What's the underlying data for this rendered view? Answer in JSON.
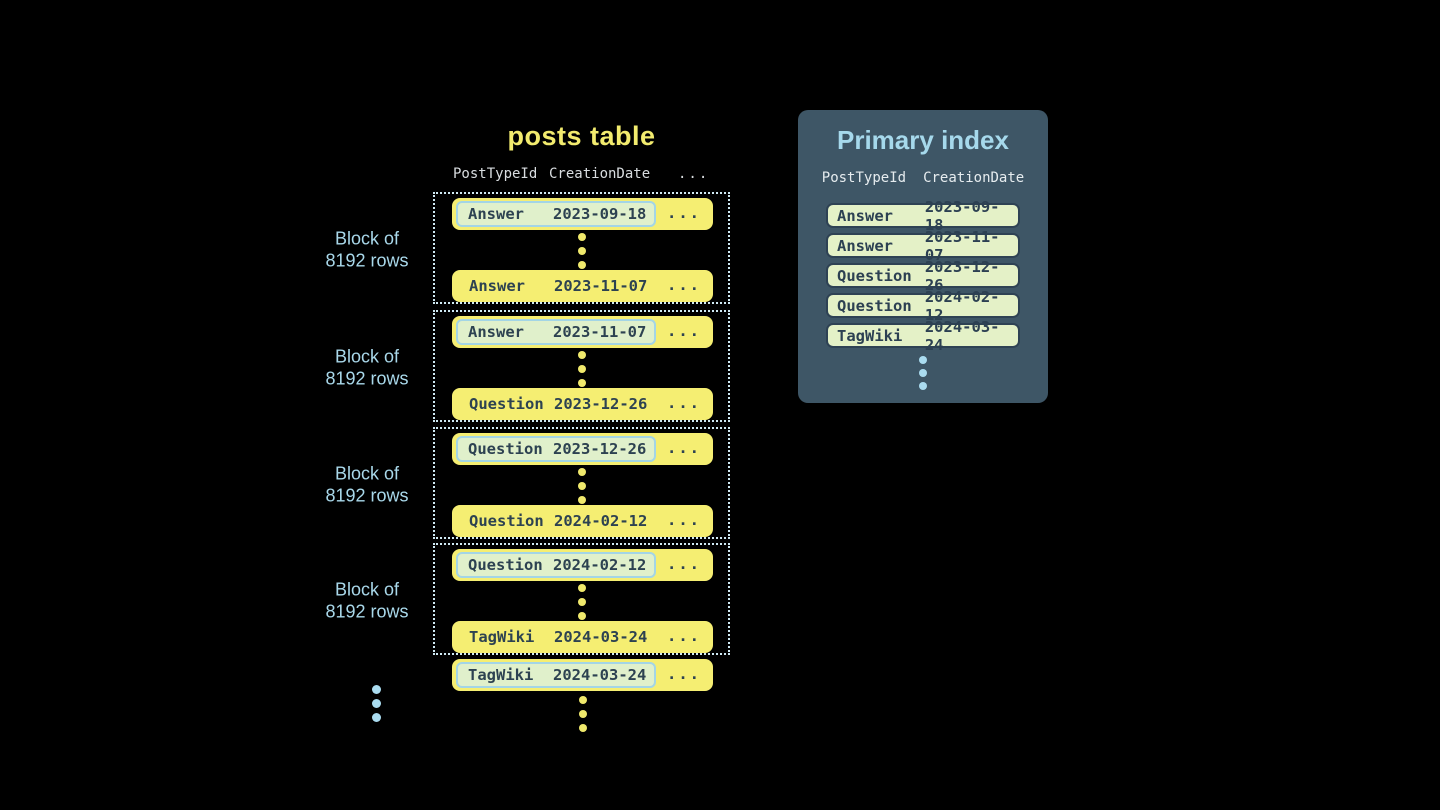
{
  "posts_table": {
    "title": "posts table",
    "header": {
      "col1": "PostTypeId",
      "col2": "CreationDate",
      "col3": "..."
    },
    "row_ellipsis": "...",
    "blocks": [
      {
        "label1": "Block of",
        "label2": "8192 rows",
        "first": {
          "type": "Answer",
          "date": "2023-09-18"
        },
        "last": {
          "type": "Answer",
          "date": "2023-11-07"
        }
      },
      {
        "label1": "Block of",
        "label2": "8192 rows",
        "first": {
          "type": "Answer",
          "date": "2023-11-07"
        },
        "last": {
          "type": "Question",
          "date": "2023-12-26"
        }
      },
      {
        "label1": "Block of",
        "label2": "8192 rows",
        "first": {
          "type": "Question",
          "date": "2023-12-26"
        },
        "last": {
          "type": "Question",
          "date": "2024-02-12"
        }
      },
      {
        "label1": "Block of",
        "label2": "8192 rows",
        "first": {
          "type": "Question",
          "date": "2024-02-12"
        },
        "last": {
          "type": "TagWiki",
          "date": "2024-03-24"
        }
      }
    ],
    "trailing_row": {
      "type": "TagWiki",
      "date": "2024-03-24"
    }
  },
  "primary_index": {
    "title": "Primary index",
    "header": {
      "col1": "PostTypeId",
      "col2": "CreationDate"
    },
    "rows": [
      {
        "type": "Answer",
        "date": "2023-09-18"
      },
      {
        "type": "Answer",
        "date": "2023-11-07"
      },
      {
        "type": "Question",
        "date": "2023-12-26"
      },
      {
        "type": "Question",
        "date": "2024-02-12"
      },
      {
        "type": "TagWiki",
        "date": "2024-03-24"
      }
    ]
  },
  "colors": {
    "background": "#000000",
    "row_yellow": "#f5ee72",
    "title_yellow": "#f2eb6e",
    "highlight_green": "#e0f0cb",
    "highlight_border_blue": "#a3d5e6",
    "dark_text": "#2d4251",
    "light_blue_text": "#a9d8ea",
    "dotted_border": "#cfe9f3",
    "panel_background": "#3e5666",
    "index_row_green": "#e4f1c7",
    "index_row_border": "#2e4254",
    "header_gray": "#d9dde0"
  }
}
